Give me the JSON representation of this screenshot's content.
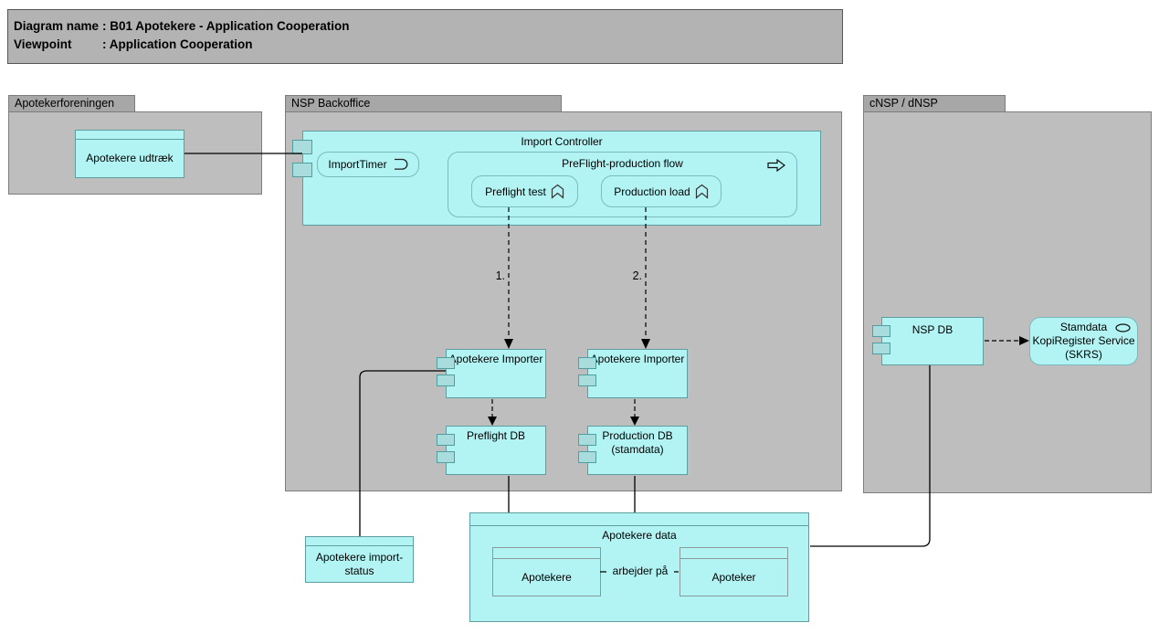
{
  "title_block": {
    "rows": [
      {
        "label": "Diagram name",
        "value": ": B01 Apotekere - Application Cooperation"
      },
      {
        "label": "Viewpoint",
        "value": ": Application Cooperation"
      }
    ]
  },
  "groups": {
    "apotekerforeningen": "Apotekerforeningen",
    "nsp_backoffice": "NSP Backoffice",
    "cnsp_dnsp": "cNSP / dNSP"
  },
  "nodes": {
    "apotekere_udtraek": "Apotekere udtræk",
    "import_controller": "Import Controller",
    "import_timer": "ImportTimer",
    "preflight_flow": "PreFlight-production flow",
    "preflight_test": "Preflight test",
    "production_load": "Production load",
    "apotekere_importer_1": "Apotekere Importer",
    "apotekere_importer_2": "Apotekere Importer",
    "preflight_db": "Preflight DB",
    "production_db": "Production DB (stamdata)",
    "nsp_db": "NSP DB",
    "stamdata_service": "Stamdata KopiRegister Service (SKRS)",
    "apotekere_import_status": "Apotekere import-status",
    "apotekere_data": "Apotekere data",
    "apotekere_object": "Apotekere",
    "apoteker_object": "Apoteker"
  },
  "connection_labels": {
    "step_1": "1.",
    "step_2": "2.",
    "arbejder_pa": "arbejder på"
  },
  "icons": {
    "import_timer": "event-icon",
    "preflight_flow": "process-arrow-icon",
    "preflight_test": "function-chevron-icon",
    "production_load": "function-chevron-icon",
    "stamdata_service": "service-oval-icon",
    "components": "component-port-icon"
  },
  "colors": {
    "element_fill": "#b2f4f4",
    "element_border": "#5f9ea0",
    "group_fill": "#bebebe",
    "group_tab_fill": "#a7a7a7",
    "title_fill": "#b3b3b3",
    "connector": "#000000"
  }
}
